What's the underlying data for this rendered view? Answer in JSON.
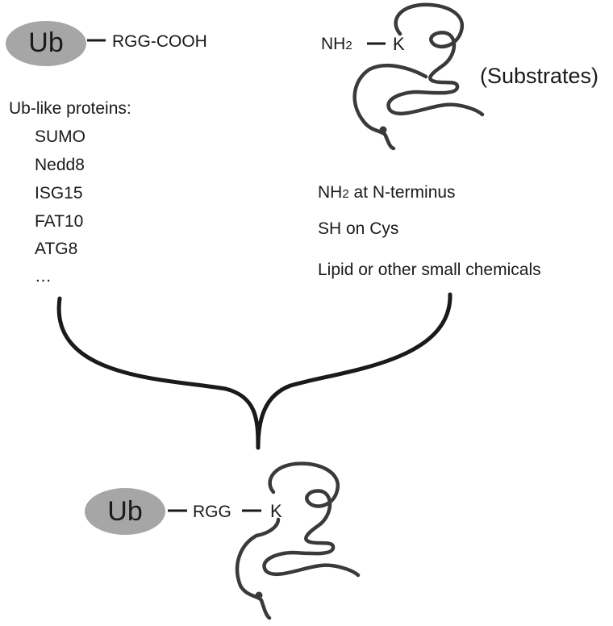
{
  "ub_top": {
    "label": "Ub",
    "tail": "RGG-COOH",
    "fill_color": "#a6a6a6"
  },
  "ub_like": {
    "heading": "Ub-like proteins:",
    "items": [
      "SUMO",
      "Nedd8",
      "ISG15",
      "FAT10",
      "ATG8",
      "…"
    ]
  },
  "substrate": {
    "amine_text": "NH",
    "amine_sub": "2",
    "lysine": "K",
    "caption": "(Substrates)",
    "other_sites": [
      {
        "main": "NH",
        "sub": "2",
        "rest": " at N-terminus"
      },
      {
        "main": "SH on Cys",
        "sub": "",
        "rest": ""
      },
      {
        "main": "Lipid or other small chemicals",
        "sub": "",
        "rest": ""
      }
    ]
  },
  "product": {
    "ub_label": "Ub",
    "linker": "RGG",
    "lysine": "K",
    "fill_color": "#a6a6a6"
  }
}
